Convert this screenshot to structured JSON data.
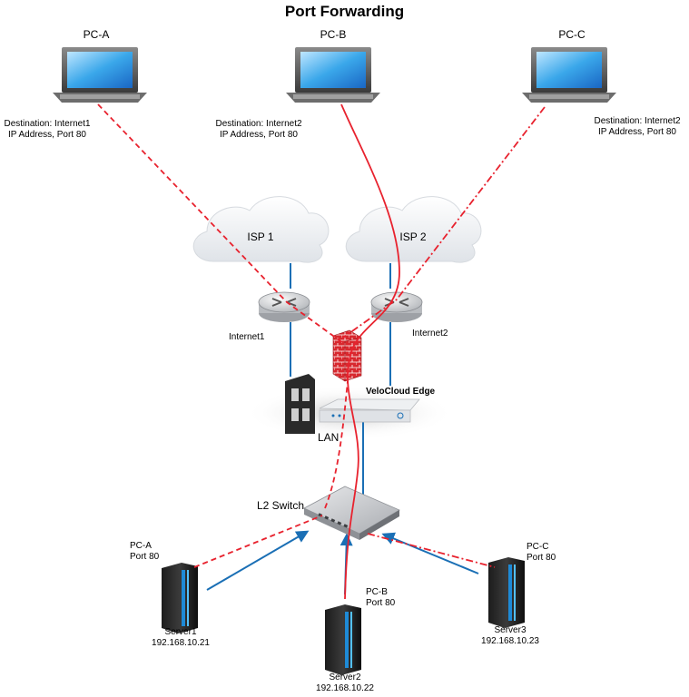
{
  "title": "Port Forwarding",
  "pcs": [
    {
      "name": "PC-A",
      "dest_line1": "Destination: Internet1",
      "dest_line2": "IP Address, Port 80"
    },
    {
      "name": "PC-B",
      "dest_line1": "Destination: Internet2",
      "dest_line2": "IP Address, Port 80"
    },
    {
      "name": "PC-C",
      "dest_line1": "Destination: Internet2",
      "dest_line2": "IP Address, Port 80"
    }
  ],
  "isps": [
    {
      "name": "ISP 1"
    },
    {
      "name": "ISP 2"
    }
  ],
  "routers": [
    {
      "name": "Internet1"
    },
    {
      "name": "Internet2"
    }
  ],
  "edge": {
    "name": "VeloCloud Edge"
  },
  "lan": {
    "name": "LAN"
  },
  "switch": {
    "name": "L2 Switch"
  },
  "servers": [
    {
      "name": "Server1",
      "ip": "192.168.10.21",
      "tag_line1": "PC-A",
      "tag_line2": "Port 80"
    },
    {
      "name": "Server2",
      "ip": "192.168.10.22",
      "tag_line1": "PC-B",
      "tag_line2": "Port 80"
    },
    {
      "name": "Server3",
      "ip": "192.168.10.23",
      "tag_line1": "PC-C",
      "tag_line2": "Port 80"
    }
  ],
  "colors": {
    "flow_line": "#e8222e",
    "link_line": "#1a6fb5",
    "cloud": "#eef0f3"
  }
}
